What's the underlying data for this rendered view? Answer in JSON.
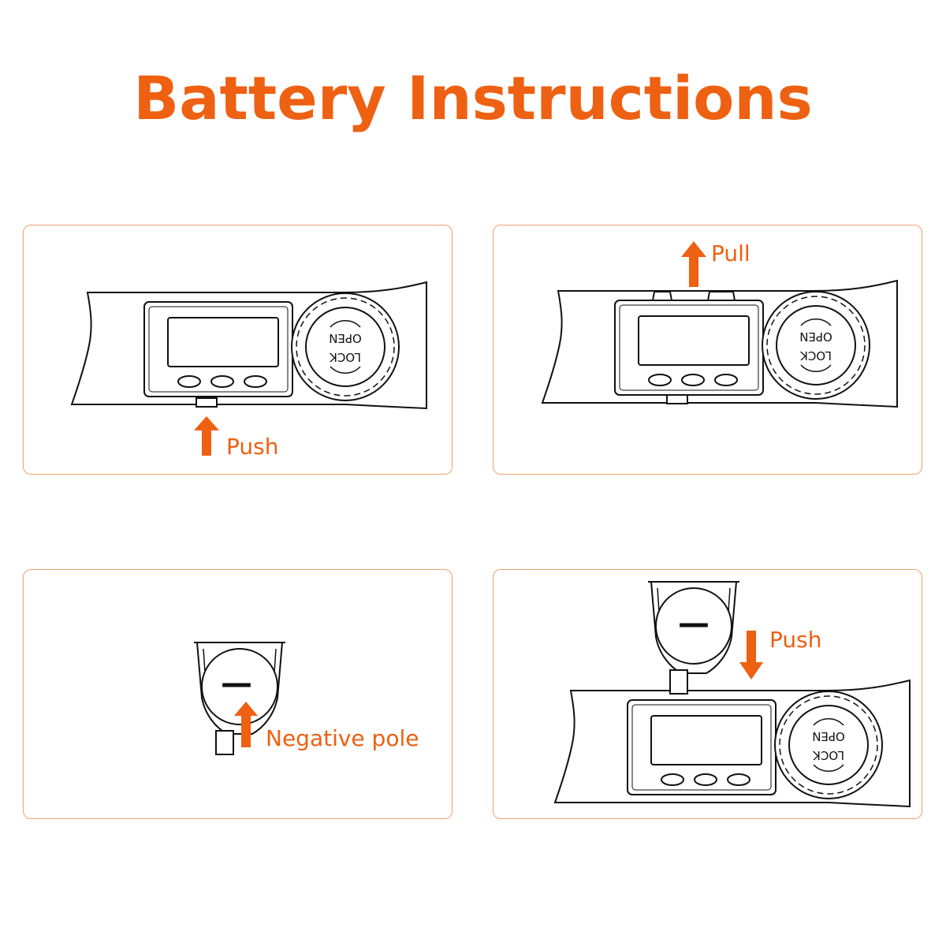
{
  "title": "Battery Instructions",
  "colors": {
    "accent": "#ee6012",
    "panel_border": "#f0a070",
    "line": "#111111"
  },
  "panels": [
    {
      "label": "Push"
    },
    {
      "label": "Pull"
    },
    {
      "label": "Negative pole",
      "battery_symbol": "—"
    },
    {
      "label": "Push",
      "battery_symbol": "—"
    }
  ],
  "dial": {
    "open": "OPEN",
    "lock": "LOCK"
  }
}
